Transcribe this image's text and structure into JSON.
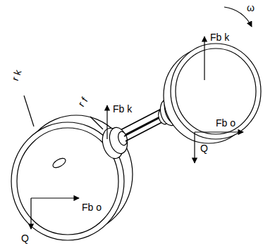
{
  "diagram": {
    "labels": [
      "ω",
      "Fb k",
      "r k",
      "r f",
      "Fb k",
      "Fb o",
      "Q",
      "Fb o",
      "Q"
    ]
  }
}
